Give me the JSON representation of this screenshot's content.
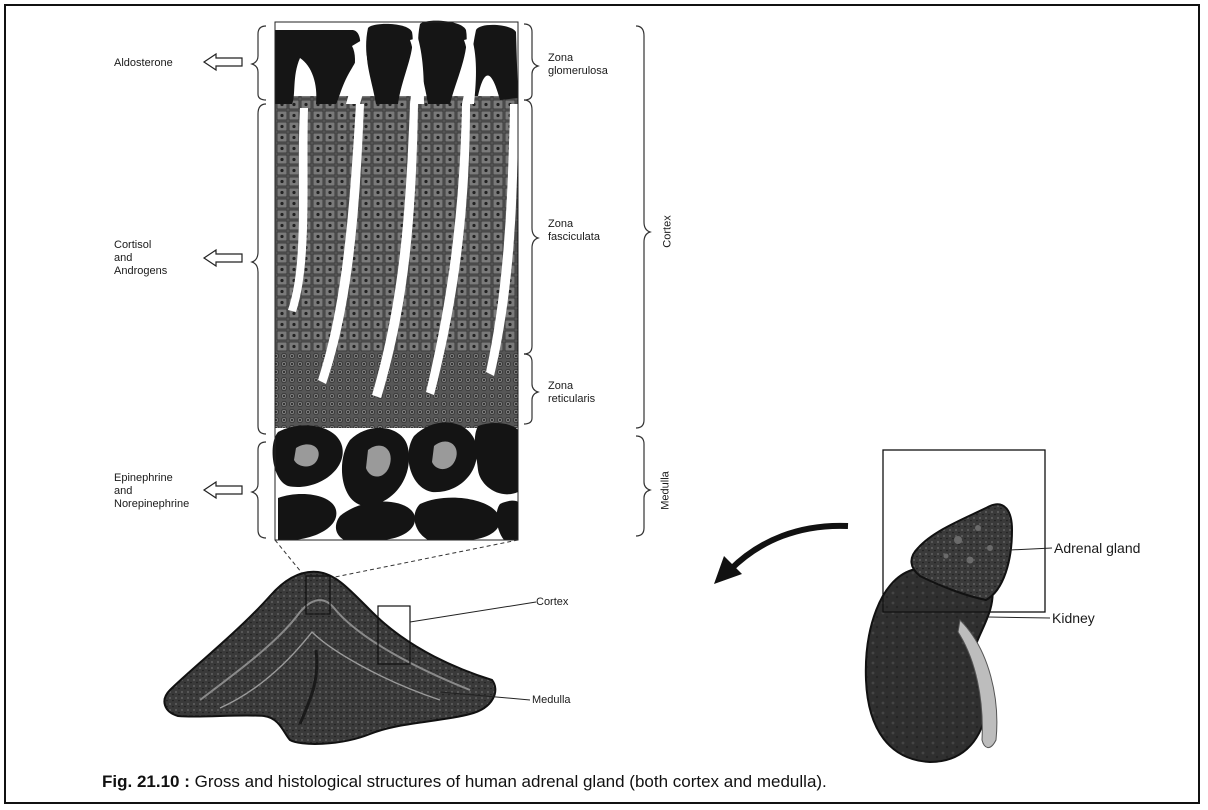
{
  "hormones": {
    "aldosterone": "Aldosterone",
    "cortisol": "Cortisol\nand\nAndrogens",
    "epinephrine": "Epinephrine\nand\nNorepinephrine"
  },
  "zones": {
    "glomerulosa": "Zona\nglomerulosa",
    "fasciculata": "Zona\nfasciculata",
    "reticularis": "Zona\nreticularis"
  },
  "regions": {
    "cortex": "Cortex",
    "medulla": "Medulla"
  },
  "gross_labels": {
    "cortex": "Cortex",
    "medulla": "Medulla"
  },
  "kidney_labels": {
    "adrenal_gland": "Adrenal gland",
    "kidney": "Kidney"
  },
  "caption": {
    "figure_number": "Fig. 21.10 :",
    "text": " Gross and histological structures of human adrenal gland (both cortex and medulla)."
  }
}
